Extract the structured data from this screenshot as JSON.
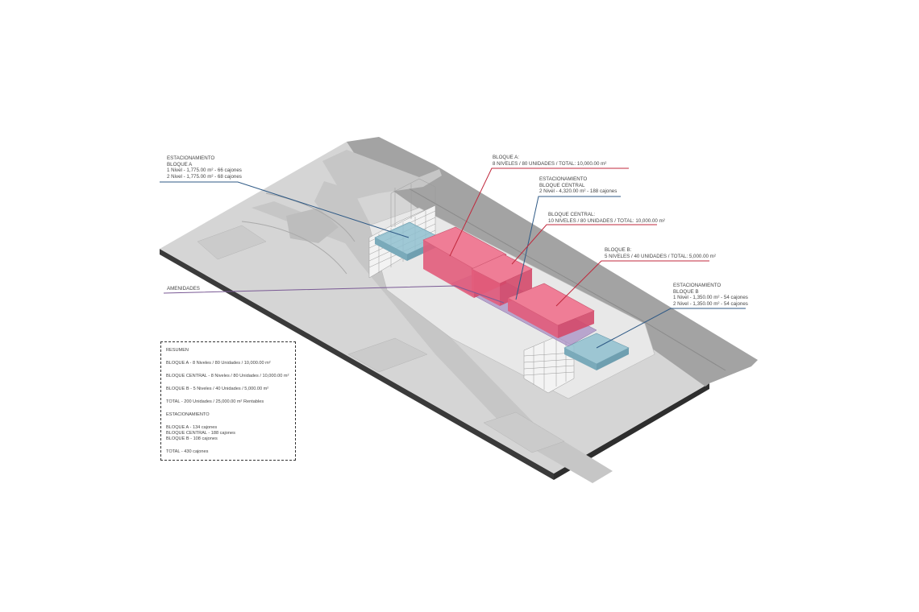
{
  "colors": {
    "ground": "#d5d5d5",
    "ground_side": "#3a3a3a",
    "road": "#c2c2c2",
    "hill": "#9e9e9e",
    "plaza": "#e8e8e8",
    "housing": "#e8577a",
    "parking": "#8fbfcf",
    "amenity": "#a88fc4",
    "line_red": "#c0283c",
    "line_blue": "#2f5a86",
    "line_purple": "#7a5a95"
  },
  "labels": {
    "est_a": [
      "ESTACIONAMIENTO",
      "BLOQUE A",
      "1 Nivel - 1,775.00 m² - 66 cajones",
      "2 Nivel - 1,775.00 m² - 68 cajones"
    ],
    "bloque_a": [
      "BLOQUE A:",
      "8 NIVELES / 80 UNIDADES / TOTAL: 10,000.00 m²"
    ],
    "est_central": [
      "ESTACIONAMIENTO",
      "BLOQUE CENTRAL",
      "2 Nivel - 4,320.00 m² - 188 cajones"
    ],
    "bloque_central": [
      "BLOQUE CENTRAL:",
      "10 NIVELES / 80 UNIDADES / TOTAL: 10,000.00 m²"
    ],
    "bloque_b": [
      "BLOQUE B:",
      "5 NIVELES / 40 UNIDADES / TOTAL: 5,000.00 m²"
    ],
    "est_b": [
      "ESTACIONAMIENTO",
      "BLOQUE B",
      "1 Nivel - 1,350.00 m² - 54 cajones",
      "2 Nivel - 1,350.00 m² - 54 cajones"
    ],
    "amenidades": "AMENIDADES"
  },
  "summary": {
    "title": "RESUMEN",
    "bloque_a": "BLOQUE A - 8 Niveles / 80 Unidades /  10,000.00 m²",
    "bloque_central": "BLOQUE CENTRAL - 8 Niveles / 80 Unidades / 10,000.00 m²",
    "bloque_b": "BLOQUE B - 5 Niveles / 40 Unidades /  5,000.00 m²",
    "total": "TOTAL - 200 Unidades / 25,000.00 m² Rentables",
    "parking_title": "ESTACIONAMIENTO",
    "parking_a": "BLOQUE A - 134 cajones",
    "parking_central": "BLOQUE CENTRAL - 188 cajones",
    "parking_b": "BLOQUE B - 108 cajones",
    "parking_total": "TOTAL - 430 cajones"
  }
}
